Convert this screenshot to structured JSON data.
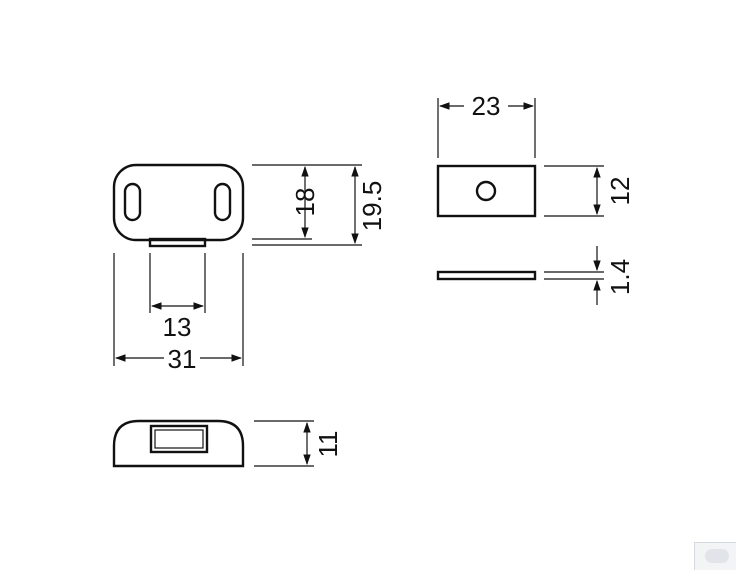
{
  "dimensions": {
    "front_height_outer": "19.5",
    "front_height_inner": "18",
    "front_hole_spacing": "13",
    "front_width": "31",
    "side_height": "11",
    "plate_width": "23",
    "plate_height": "12",
    "plate_thickness": "1.4"
  },
  "icons": {
    "corner": "cloud-icon"
  }
}
